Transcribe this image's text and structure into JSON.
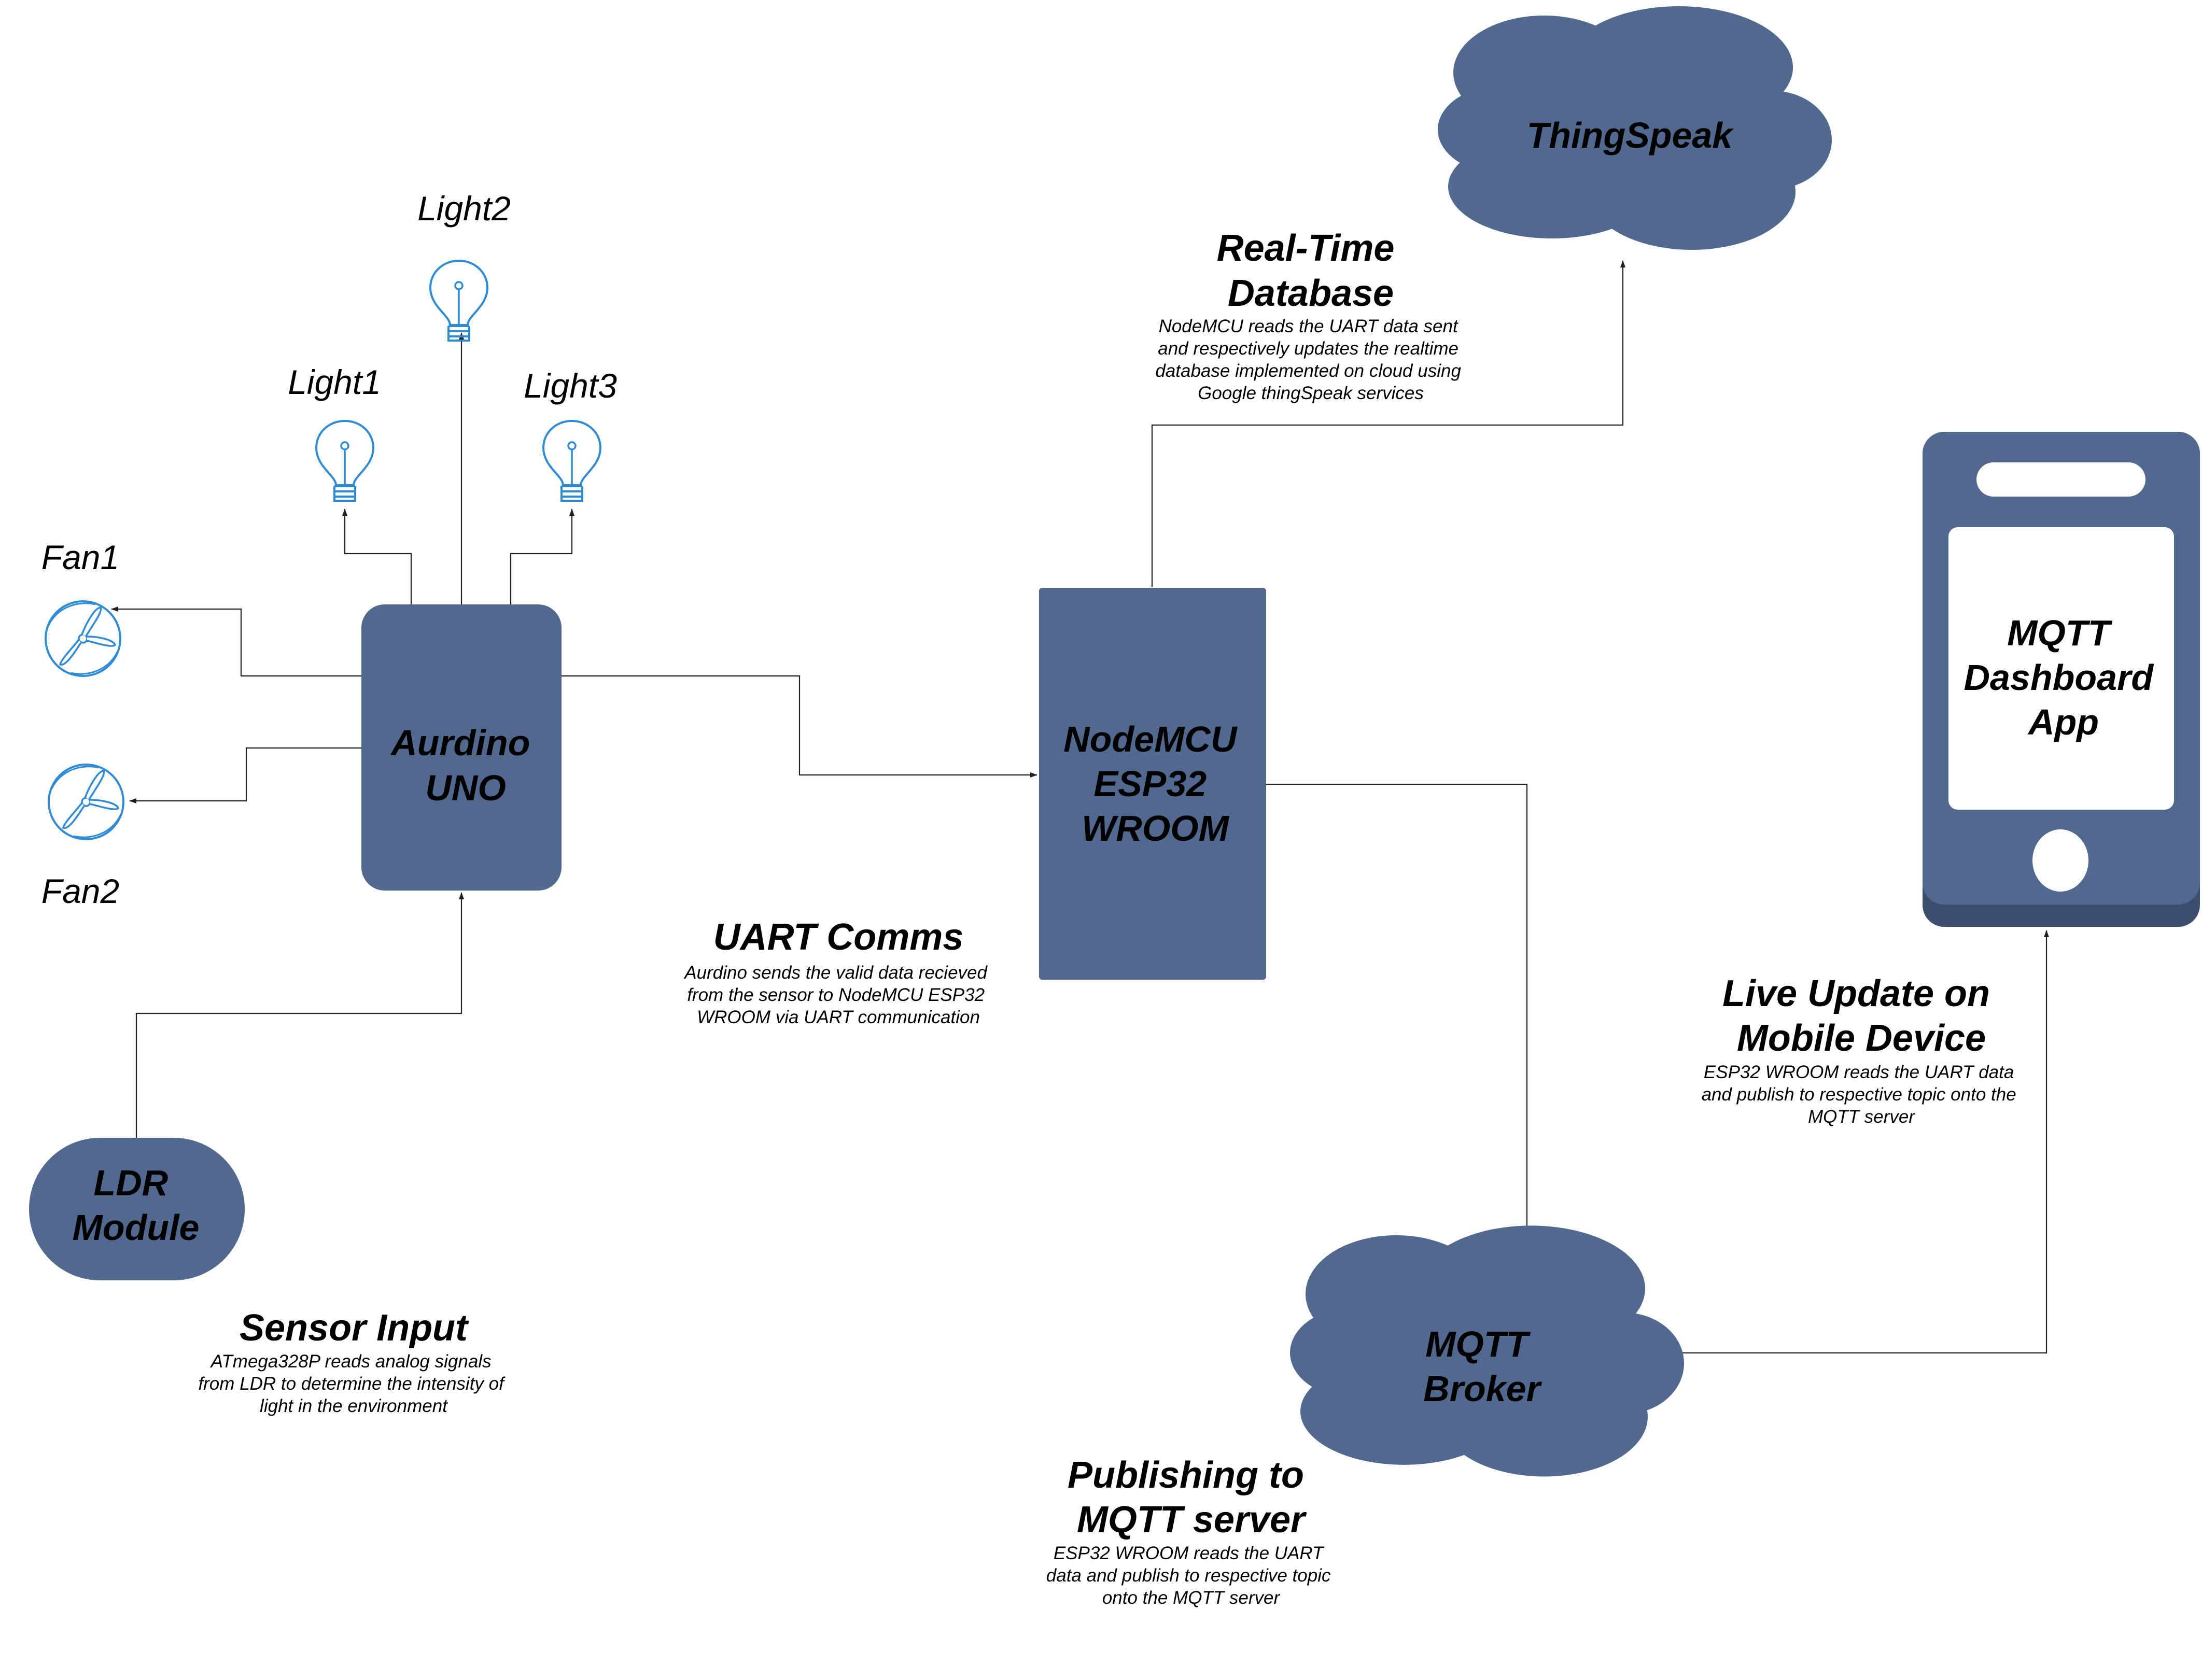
{
  "colors": {
    "node_fill": "#51698f",
    "node_dark": "#3c4e6b",
    "icon_stroke": "#2f8bd6",
    "wire": "#222222",
    "screen": "#ffffff"
  },
  "nodes": {
    "arduino": [
      "Aurdino",
      "UNO"
    ],
    "nodemcu": [
      "NodeMCU",
      "ESP32",
      "WROOM"
    ],
    "ldr": [
      "LDR",
      "Module"
    ],
    "thingspeak": [
      "ThingSpeak"
    ],
    "mqtt_broker": [
      "MQTT",
      "Broker"
    ],
    "dashboard": [
      "MQTT",
      "Dashboard",
      "App"
    ]
  },
  "devices": {
    "light1": "Light1",
    "light2": "Light2",
    "light3": "Light3",
    "fan1": "Fan1",
    "fan2": "Fan2"
  },
  "annotations": {
    "uart": {
      "title": [
        "UART Comms"
      ],
      "desc": [
        "Aurdino sends the valid  data recieved",
        "from the sensor to NodeMCU ESP32",
        "WROOM via UART communication"
      ]
    },
    "sensor": {
      "title": [
        "Sensor Input"
      ],
      "desc": [
        "ATmega328P reads analog signals",
        "from LDR to determine the intensity of",
        "light in the environment"
      ]
    },
    "realtime": {
      "title": [
        "Real-Time",
        "Database"
      ],
      "desc": [
        "NodeMCU reads the UART data sent",
        "and respectively updates the realtime",
        "database implemented on cloud using",
        "Google thingSpeak services"
      ]
    },
    "publishing": {
      "title": [
        "Publishing to",
        "MQTT server"
      ],
      "desc": [
        "ESP32 WROOM reads the UART",
        "data and publish to respective topic",
        "onto the MQTT server"
      ]
    },
    "live": {
      "title": [
        "Live Update on",
        "Mobile Device"
      ],
      "desc": [
        "ESP32 WROOM reads the UART data",
        "and publish to respective topic onto the",
        "MQTT server"
      ]
    }
  },
  "icons": {
    "light1": "light-bulb-icon",
    "light2": "light-bulb-icon",
    "light3": "light-bulb-icon",
    "fan1": "fan-icon",
    "fan2": "fan-icon",
    "phone": "smartphone-icon",
    "cloud": "cloud-icon"
  }
}
